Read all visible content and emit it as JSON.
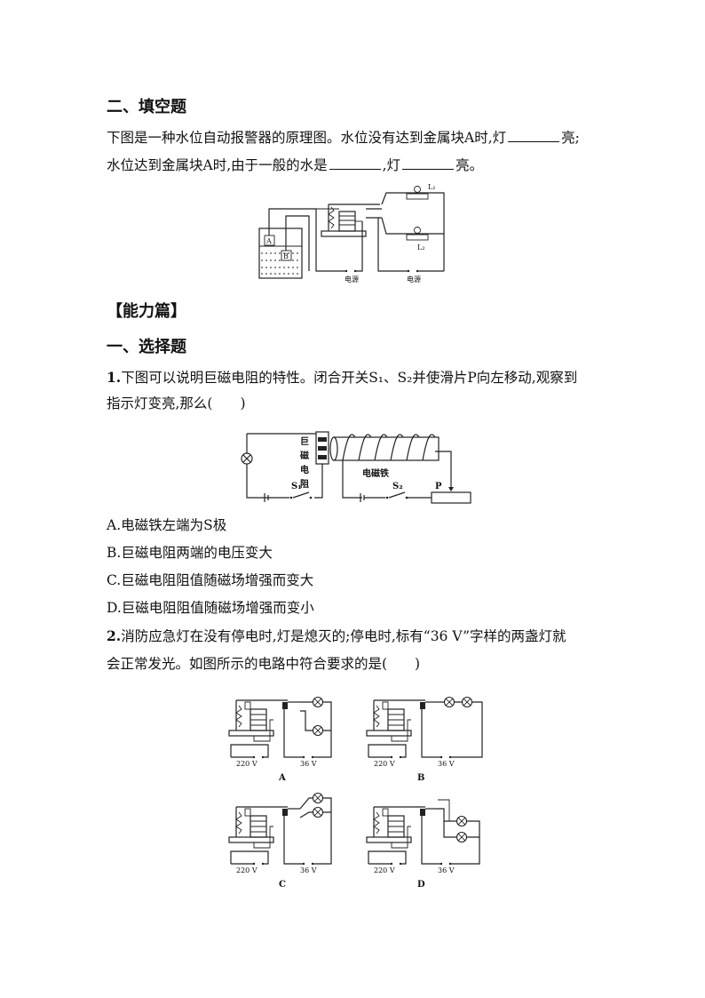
{
  "section1": {
    "title": "二、填空题",
    "q_line1_pre": "下图是一种水位自动报警器的原理图。水位没有达到金属块A时,灯",
    "q_line1_post": "亮;",
    "q_line2_a": "水位达到金属块A时,由于一般的水是",
    "q_line2_b": ",灯",
    "q_line2_c": "亮。",
    "fig": {
      "A": "A",
      "B": "B",
      "L1": "L₁",
      "L2": "L₂",
      "power1": "电源",
      "power2": "电源"
    }
  },
  "section2": {
    "title": "【能力篇】",
    "subtitle": "一、选择题"
  },
  "q1": {
    "num": "1.",
    "line1": "下图可以说明巨磁电阻的特性。闭合开关S₁、S₂并使滑片P向左移动,观察到",
    "line2": "指示灯变亮,那么(　　)",
    "fig": {
      "gmr1": "巨",
      "gmr2": "磁",
      "gmr3": "电",
      "gmr4": "阻",
      "s1": "S₁",
      "electromagnet": "电磁铁",
      "s2": "S₂",
      "p": "P"
    },
    "options": [
      "A.电磁铁左端为S极",
      "B.巨磁电阻两端的电压变大",
      "C.巨磁电阻阻值随磁场增强而变大",
      "D.巨磁电阻阻值随磁场增强而变小"
    ]
  },
  "q2": {
    "num": "2.",
    "line1": "消防应急灯在没有停电时,灯是熄灭的;停电时,标有“36 V”字样的两盏灯就",
    "line2": "会正常发光。如图所示的电路中符合要求的是(　　)",
    "fig": {
      "v220": "220 V",
      "v36": "36 V",
      "labels": [
        "A",
        "B",
        "C",
        "D"
      ]
    }
  }
}
